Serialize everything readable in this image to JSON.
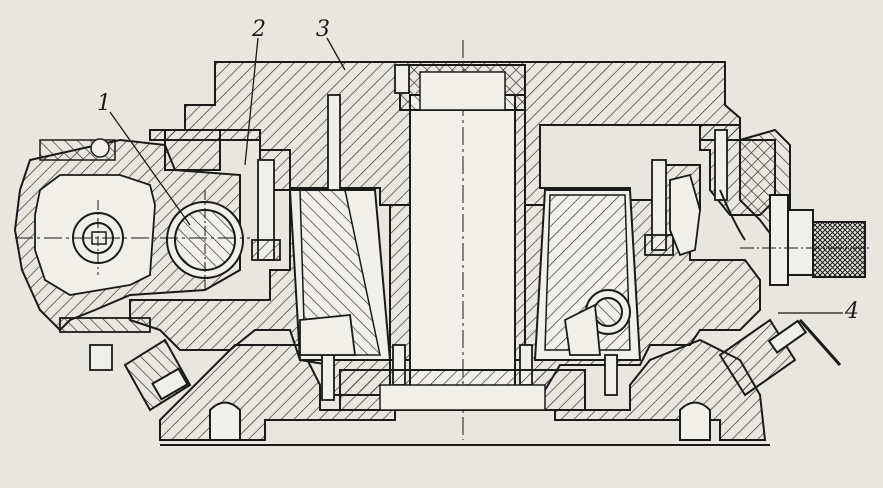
{
  "labels": {
    "part_1": "1",
    "part_2": "2",
    "part_3": "3",
    "part_4": "4"
  },
  "colors": {
    "paper": "#e9e6df",
    "ink": "#1a1a1a",
    "hatch": "#2a2a2a"
  }
}
